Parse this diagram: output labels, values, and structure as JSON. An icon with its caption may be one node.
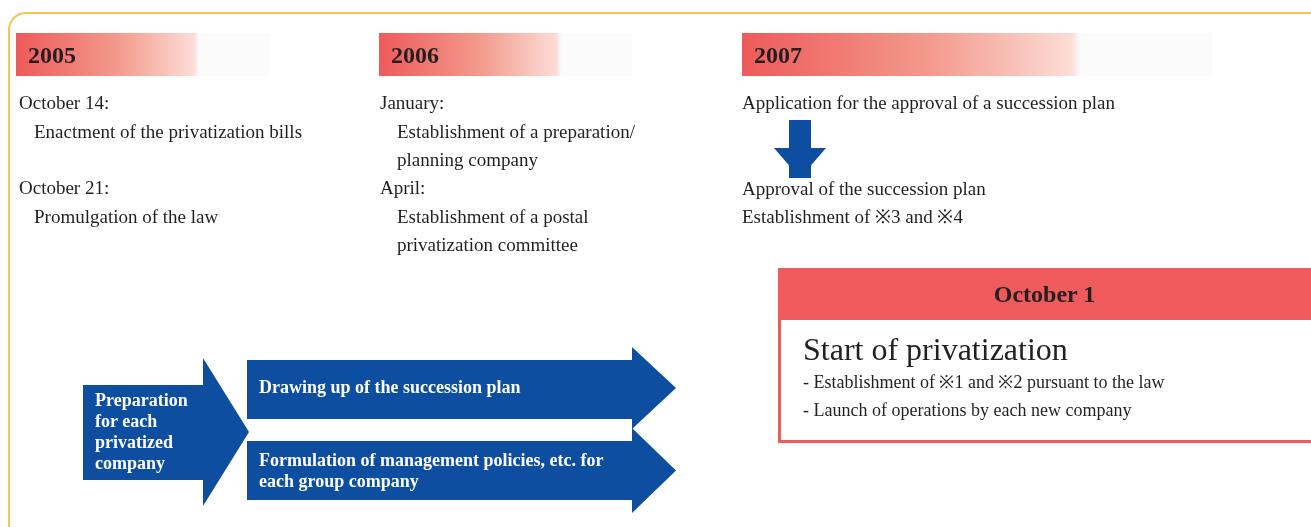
{
  "diagram": {
    "nodes": [
      {
        "text": [
          "2005"
        ]
      },
      {
        "text": [
          "2006"
        ]
      },
      {
        "text": [
          "2007"
        ]
      },
      {
        "text": [
          "Application for the approval of a succession plan"
        ]
      },
      {
        "text": [
          "Approval of the succession plan",
          "Establishment of ※3 and ※4"
        ]
      },
      {
        "text": [
          "October 1",
          "Start of privatization",
          "- Establishment of ※1 and ※2 pursuant to the law",
          "- Launch of operations by each new company"
        ]
      },
      {
        "text": [
          "Preparation for each privatized company"
        ]
      },
      {
        "text": [
          "Drawing up of the succession plan"
        ]
      },
      {
        "text": [
          "Formulation of management policies, etc. for each group company"
        ]
      }
    ],
    "edges": [
      {
        "from": 3,
        "to": 4,
        "arrow": "to"
      }
    ],
    "labels": [
      "October 14:",
      "Enactment of the privatization bills",
      "October 21:",
      "Promulgation of the law",
      "January:",
      "Establishment of a preparation/ planning company",
      "April:",
      "Establishment of a postal privatization committee"
    ]
  }
}
